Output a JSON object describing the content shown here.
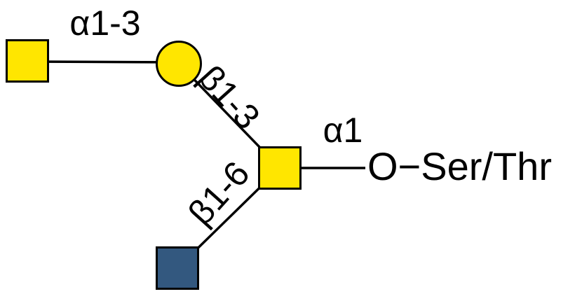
{
  "diagram": {
    "type": "glycan-structure",
    "labels": {
      "alpha1_3": "α1-3",
      "beta1_3": "β1-3",
      "beta1_6": "β1-6",
      "alpha1": "α1",
      "attachment": "O−Ser/Thr"
    },
    "colors": {
      "node_yellow": "#FFE600",
      "node_blue": "#33587F",
      "stroke": "#000000",
      "background": "#FFFFFF"
    },
    "nodes": [
      {
        "name": "terminal-yellow-square",
        "shape": "square",
        "color": "yellow"
      },
      {
        "name": "yellow-circle",
        "shape": "circle",
        "color": "yellow"
      },
      {
        "name": "core-yellow-square",
        "shape": "square",
        "color": "yellow"
      },
      {
        "name": "blue-square",
        "shape": "square",
        "color": "blue"
      }
    ],
    "edges": [
      {
        "from": "terminal-yellow-square",
        "to": "yellow-circle",
        "label": "α1-3"
      },
      {
        "from": "yellow-circle",
        "to": "core-yellow-square",
        "label": "β1-3"
      },
      {
        "from": "blue-square",
        "to": "core-yellow-square",
        "label": "β1-6"
      },
      {
        "from": "core-yellow-square",
        "to": "attachment",
        "label": "α1"
      }
    ]
  }
}
